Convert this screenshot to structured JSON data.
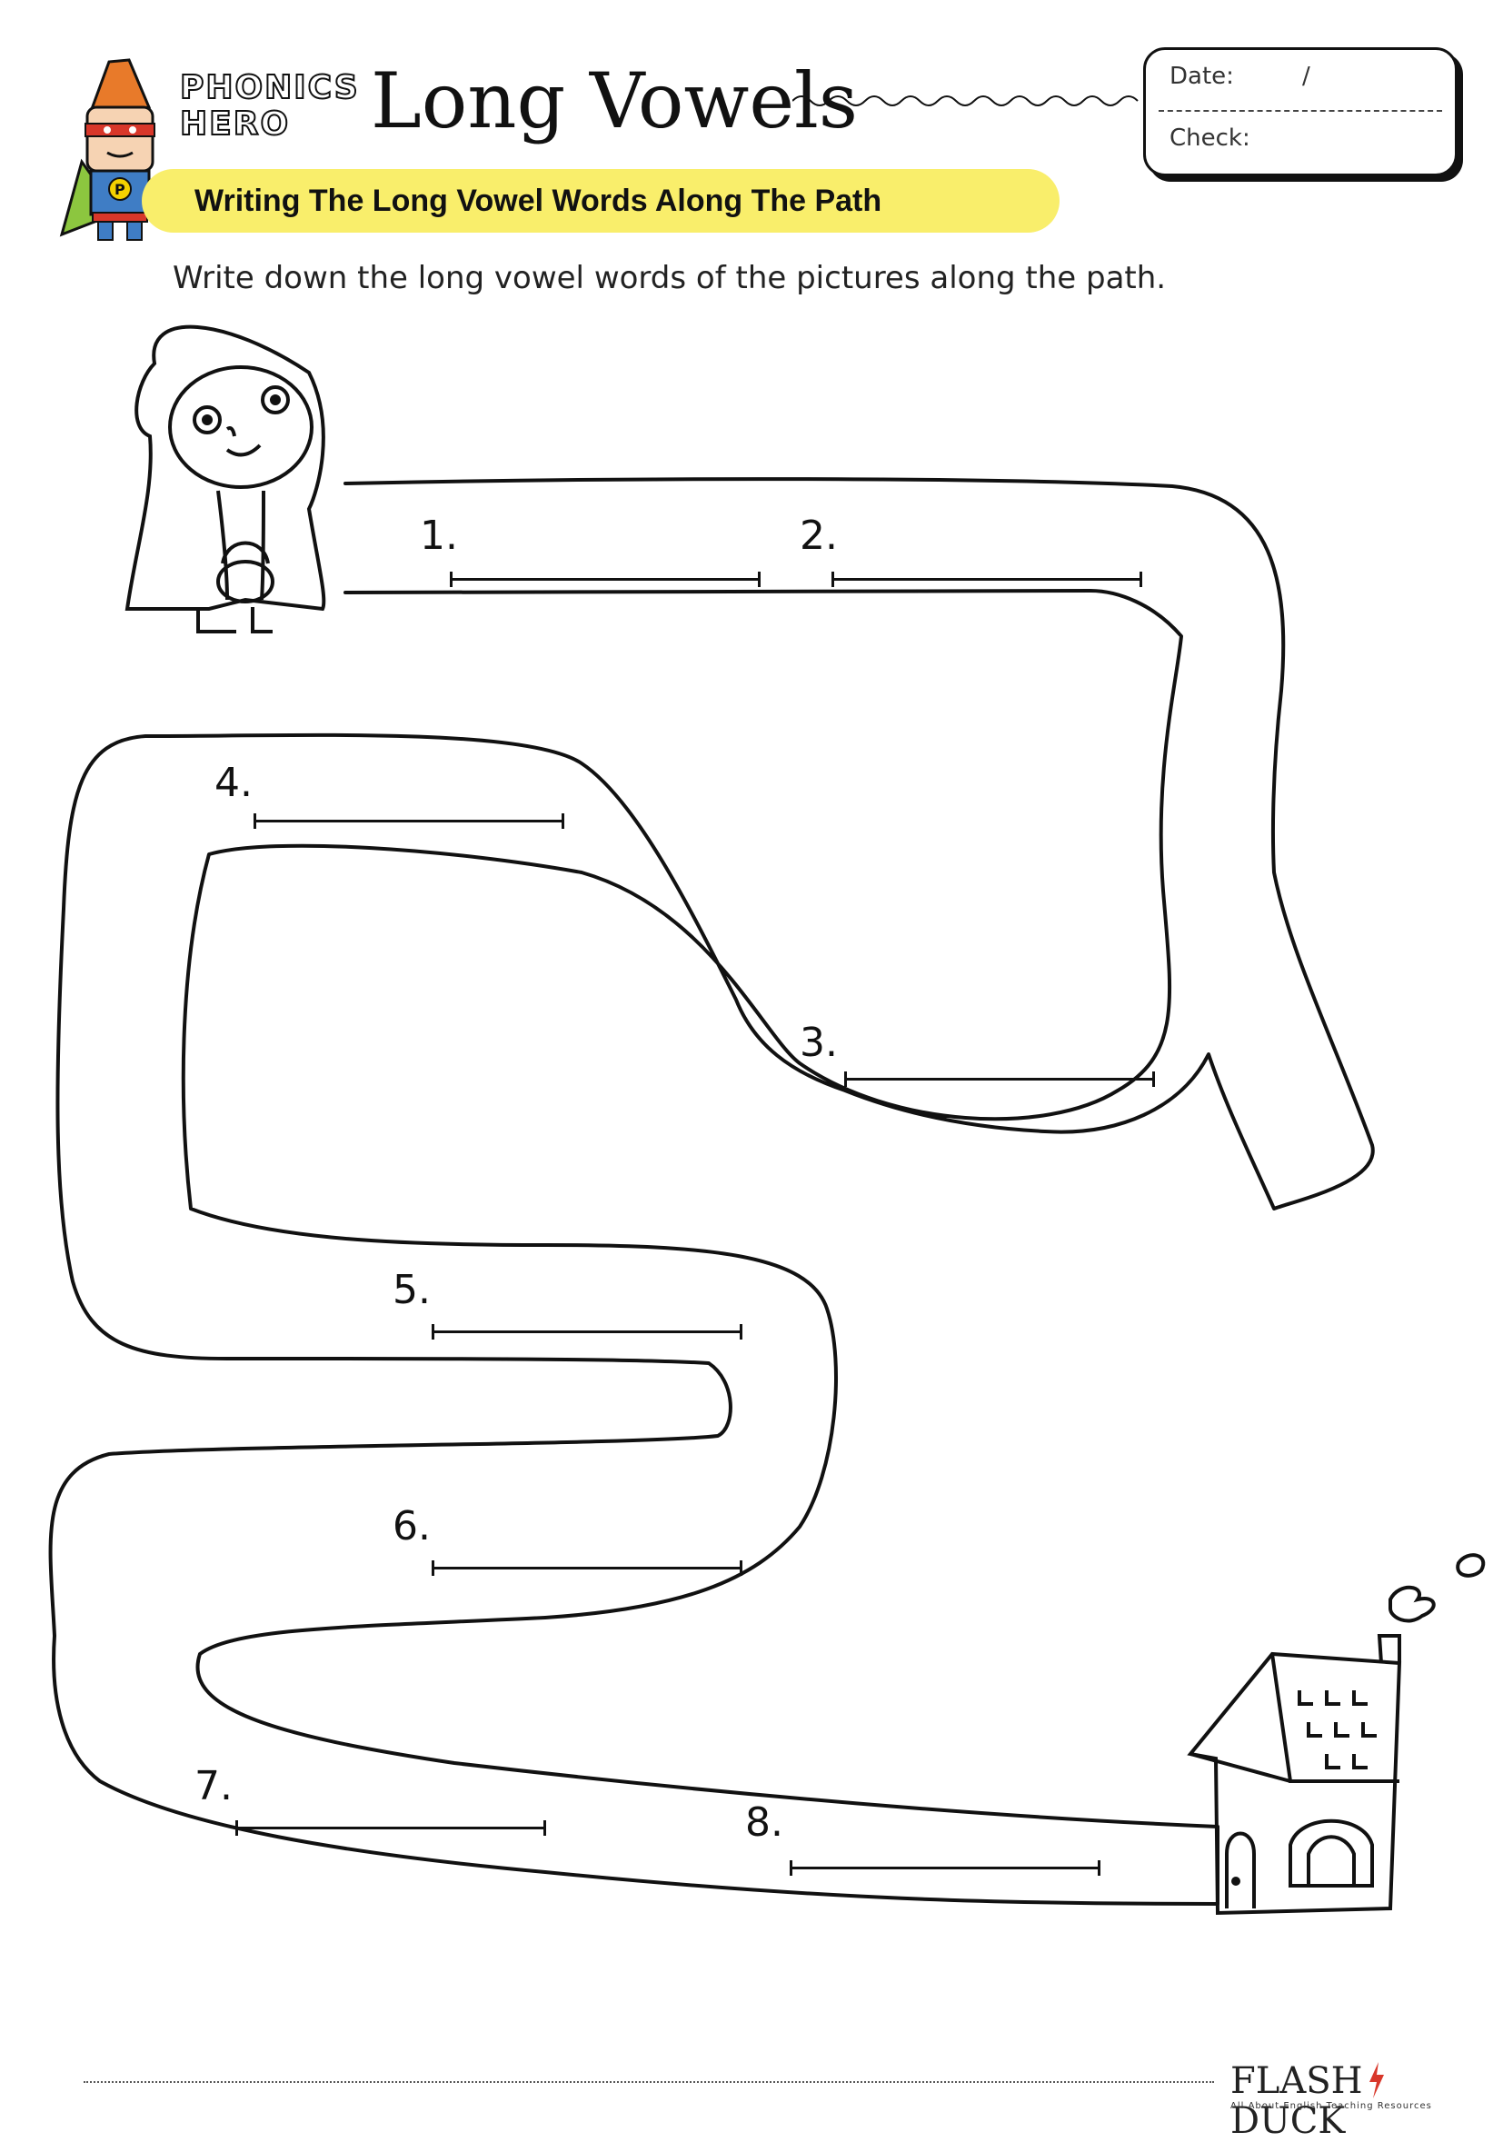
{
  "header": {
    "brand_line_1": "PHONICS",
    "brand_line_2": "HERO",
    "title": "Long Vowels",
    "date_label": "Date:",
    "date_slash": "/",
    "check_label": "Check:"
  },
  "banner": {
    "text": "Writing The Long Vowel Words Along The Path"
  },
  "instruction": "Write down the long vowel words of the pictures along the path.",
  "blanks": [
    {
      "number": "1."
    },
    {
      "number": "2."
    },
    {
      "number": "3."
    },
    {
      "number": "4."
    },
    {
      "number": "5."
    },
    {
      "number": "6."
    },
    {
      "number": "7."
    },
    {
      "number": "8."
    }
  ],
  "footer": {
    "logo_word_1": "FLASH",
    "logo_word_2": "DUCK",
    "tagline": "All About English  Teaching Resources"
  },
  "colors": {
    "banner": "#f9ee6b",
    "ink": "#111111",
    "hero_hat": "#e87a2a",
    "hero_cape": "#8cc63f"
  }
}
